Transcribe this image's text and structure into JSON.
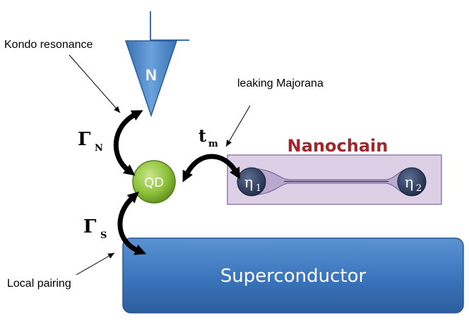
{
  "labels": {
    "kondo": "Kondo resonance",
    "leaking": "leaking Majorana",
    "local_pairing": "Local pairing",
    "nanochain": "Nanochain",
    "superconductor": "Superconductor",
    "qd": "QD",
    "normal_lead": "N"
  },
  "symbols": {
    "gamma_n_base": "Γ",
    "gamma_n_sub": "N",
    "gamma_s_base": "Γ",
    "gamma_s_sub": "S",
    "tm_base": "t",
    "tm_sub": "m",
    "eta1_base": "η",
    "eta1_sub": "1",
    "eta2_base": "η",
    "eta2_sub": "2"
  },
  "colors": {
    "nanochain_title": "#a0282c",
    "superconductor_fill": "#3a74bb",
    "lead_fill": "#4a86c8",
    "qd_fill": "#8ec13a",
    "chain_fill": "#dccfe6",
    "majorana_fill": "#2b3b5c"
  },
  "icons": {
    "coupling": "curved-double-arrow-icon",
    "pointer": "thin-pointer-arrow-icon"
  }
}
